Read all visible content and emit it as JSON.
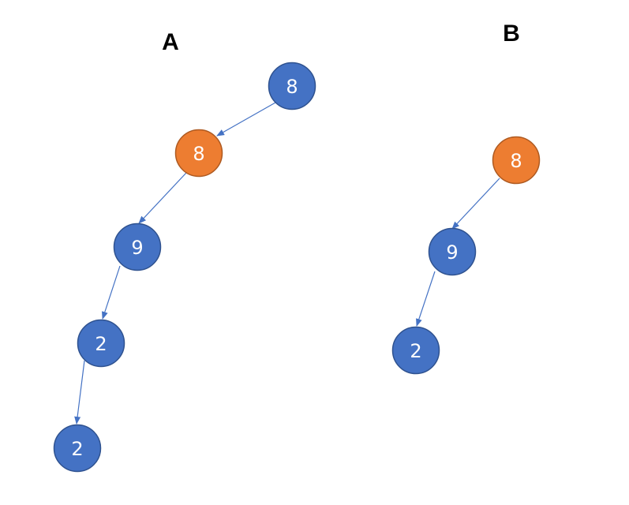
{
  "colors": {
    "default_node": "#4472c4",
    "highlight_node": "#ed7d31",
    "node_border": "#2f528f",
    "highlight_border": "#ae5a21",
    "edge": "#4472c4",
    "label": "#ffffff",
    "title": "#000000"
  },
  "trees": [
    {
      "title": "A",
      "nodes": [
        {
          "label": "8",
          "highlight": false
        },
        {
          "label": "8",
          "highlight": true
        },
        {
          "label": "9",
          "highlight": false
        },
        {
          "label": "2",
          "highlight": false
        },
        {
          "label": "2",
          "highlight": false
        }
      ],
      "edges": [
        [
          0,
          1
        ],
        [
          1,
          2
        ],
        [
          2,
          3
        ],
        [
          3,
          4
        ]
      ]
    },
    {
      "title": "B",
      "nodes": [
        {
          "label": "8",
          "highlight": true
        },
        {
          "label": "9",
          "highlight": false
        },
        {
          "label": "2",
          "highlight": false
        }
      ],
      "edges": [
        [
          0,
          1
        ],
        [
          1,
          2
        ]
      ]
    }
  ]
}
